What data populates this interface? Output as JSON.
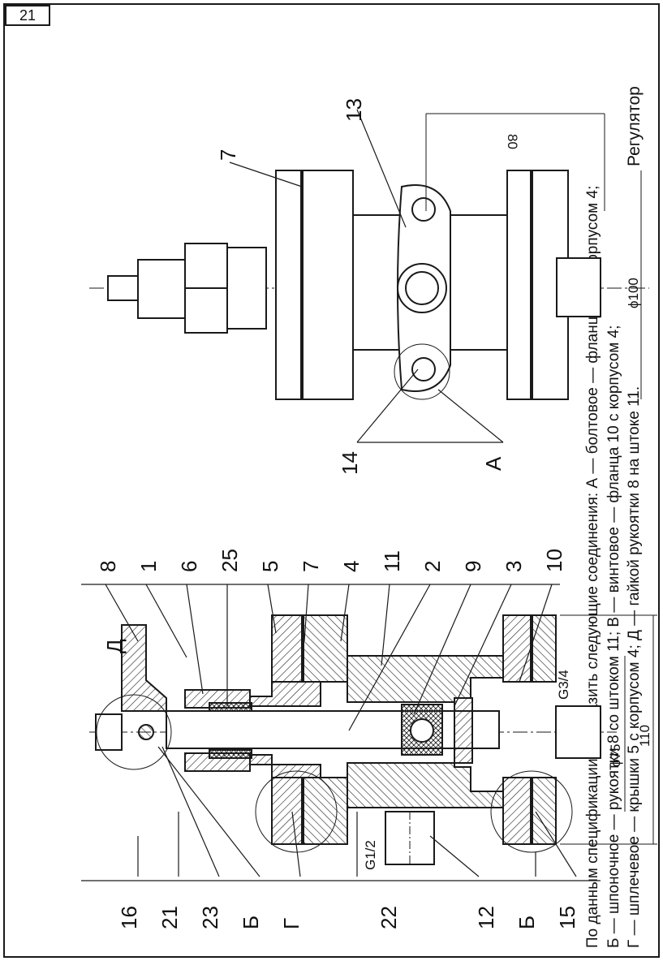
{
  "sheet": {
    "number": "21",
    "title": "Регулятор"
  },
  "task": {
    "line1": "По данным спецификации изобразить следующие соединения:  А  — болтовое   — фланца 13 с корпусом 4;",
    "line2": "Б — шпоночное  — рукоятки 8 со штоком 11;  В — винтовое  — фланца 10 с корпусом 4;",
    "line3": "Г — шплечевое   — крышки 5 с корпусом 4;    Д  — гайкой рукоятки 8 на штоке 11."
  },
  "section_view": {
    "view_letter": "Д",
    "callouts_right": [
      "8",
      "1",
      "6",
      "25",
      "5",
      "7",
      "4",
      "11",
      "2",
      "9",
      "3",
      "10"
    ],
    "callouts_left": [
      "16",
      "21",
      "23",
      "Б",
      "Г",
      "22",
      "12",
      "Б",
      "15"
    ],
    "thread_g34": "G3/4",
    "thread_g12": "G1/2",
    "dim_75": "ϕ75",
    "dim_110": "110"
  },
  "side_view": {
    "callout_7": "7",
    "callout_13": "13",
    "callout_14": "14",
    "callout_A": "А",
    "dim_80": "80",
    "dim_100": "ϕ100"
  }
}
